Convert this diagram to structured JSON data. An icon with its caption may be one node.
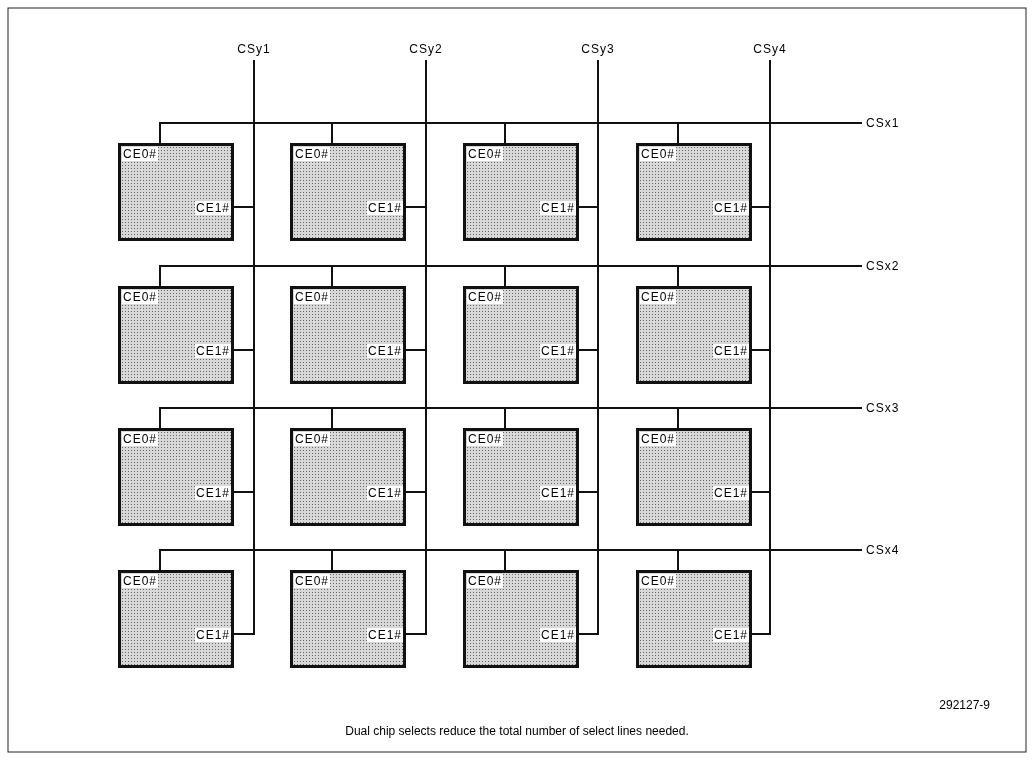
{
  "diagram": {
    "caption": "Dual chip selects reduce the total number of select lines needed.",
    "nodes": [
      {
        "text": [
          "CSy1"
        ]
      },
      {
        "text": [
          "CSy2"
        ]
      },
      {
        "text": [
          "CSy3"
        ]
      },
      {
        "text": [
          "CSy4"
        ]
      },
      {
        "text": [
          "CSx1"
        ]
      },
      {
        "text": [
          "CSx2"
        ]
      },
      {
        "text": [
          "CSx3"
        ]
      },
      {
        "text": [
          "CSx4"
        ]
      },
      {
        "text": [
          "CE0#",
          "CE1#"
        ]
      },
      {
        "text": [
          "CE0#",
          "CE1#"
        ]
      },
      {
        "text": [
          "CE0#",
          "CE1#"
        ]
      },
      {
        "text": [
          "CE0#",
          "CE1#"
        ]
      },
      {
        "text": [
          "CE0#",
          "CE1#"
        ]
      },
      {
        "text": [
          "CE0#",
          "CE1#"
        ]
      },
      {
        "text": [
          "CE0#",
          "CE1#"
        ]
      },
      {
        "text": [
          "CE0#",
          "CE1#"
        ]
      },
      {
        "text": [
          "CE0#",
          "CE1#"
        ]
      },
      {
        "text": [
          "CE0#",
          "CE1#"
        ]
      },
      {
        "text": [
          "CE0#",
          "CE1#"
        ]
      },
      {
        "text": [
          "CE0#",
          "CE1#"
        ]
      },
      {
        "text": [
          "CE0#",
          "CE1#"
        ]
      },
      {
        "text": [
          "CE0#",
          "CE1#"
        ]
      },
      {
        "text": [
          "CE0#",
          "CE1#"
        ]
      },
      {
        "text": [
          "CE0#",
          "CE1#"
        ]
      }
    ],
    "edges": [
      {
        "from": 8,
        "to": 4,
        "arrow": "none"
      },
      {
        "from": 8,
        "to": 0,
        "arrow": "none"
      },
      {
        "from": 9,
        "to": 4,
        "arrow": "none"
      },
      {
        "from": 9,
        "to": 1,
        "arrow": "none"
      },
      {
        "from": 10,
        "to": 4,
        "arrow": "none"
      },
      {
        "from": 10,
        "to": 2,
        "arrow": "none"
      },
      {
        "from": 11,
        "to": 4,
        "arrow": "none"
      },
      {
        "from": 11,
        "to": 3,
        "arrow": "none"
      },
      {
        "from": 12,
        "to": 5,
        "arrow": "none"
      },
      {
        "from": 12,
        "to": 0,
        "arrow": "none"
      },
      {
        "from": 13,
        "to": 5,
        "arrow": "none"
      },
      {
        "from": 13,
        "to": 1,
        "arrow": "none"
      },
      {
        "from": 14,
        "to": 5,
        "arrow": "none"
      },
      {
        "from": 14,
        "to": 2,
        "arrow": "none"
      },
      {
        "from": 15,
        "to": 5,
        "arrow": "none"
      },
      {
        "from": 15,
        "to": 3,
        "arrow": "none"
      },
      {
        "from": 16,
        "to": 6,
        "arrow": "none"
      },
      {
        "from": 16,
        "to": 0,
        "arrow": "none"
      },
      {
        "from": 17,
        "to": 6,
        "arrow": "none"
      },
      {
        "from": 17,
        "to": 1,
        "arrow": "none"
      },
      {
        "from": 18,
        "to": 6,
        "arrow": "none"
      },
      {
        "from": 18,
        "to": 2,
        "arrow": "none"
      },
      {
        "from": 19,
        "to": 6,
        "arrow": "none"
      },
      {
        "from": 19,
        "to": 3,
        "arrow": "none"
      },
      {
        "from": 20,
        "to": 7,
        "arrow": "none"
      },
      {
        "from": 20,
        "to": 0,
        "arrow": "none"
      },
      {
        "from": 21,
        "to": 7,
        "arrow": "none"
      },
      {
        "from": 21,
        "to": 1,
        "arrow": "none"
      },
      {
        "from": 22,
        "to": 7,
        "arrow": "none"
      },
      {
        "from": 22,
        "to": 2,
        "arrow": "none"
      },
      {
        "from": 23,
        "to": 7,
        "arrow": "none"
      },
      {
        "from": 23,
        "to": 3,
        "arrow": "none"
      }
    ],
    "labels": [
      "292127-9"
    ]
  }
}
